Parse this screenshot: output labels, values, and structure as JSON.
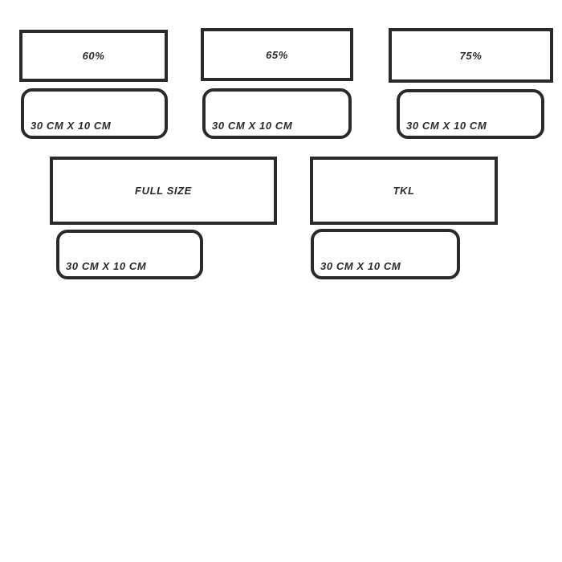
{
  "canvas": {
    "background_color": "#ffffff",
    "stroke_color": "#2b2a2b"
  },
  "diagram": {
    "description_groups": [
      {
        "label": "60%",
        "dimension": "30 CM X 10 CM"
      },
      {
        "label": "65%",
        "dimension": "30 CM X 10 CM"
      },
      {
        "label": "75%",
        "dimension": "30 CM X 10 CM"
      },
      {
        "label": "FULL SIZE",
        "dimension": "30 CM X 10 CM"
      },
      {
        "label": "TKL",
        "dimension": "30 CM X 10 CM"
      }
    ]
  }
}
